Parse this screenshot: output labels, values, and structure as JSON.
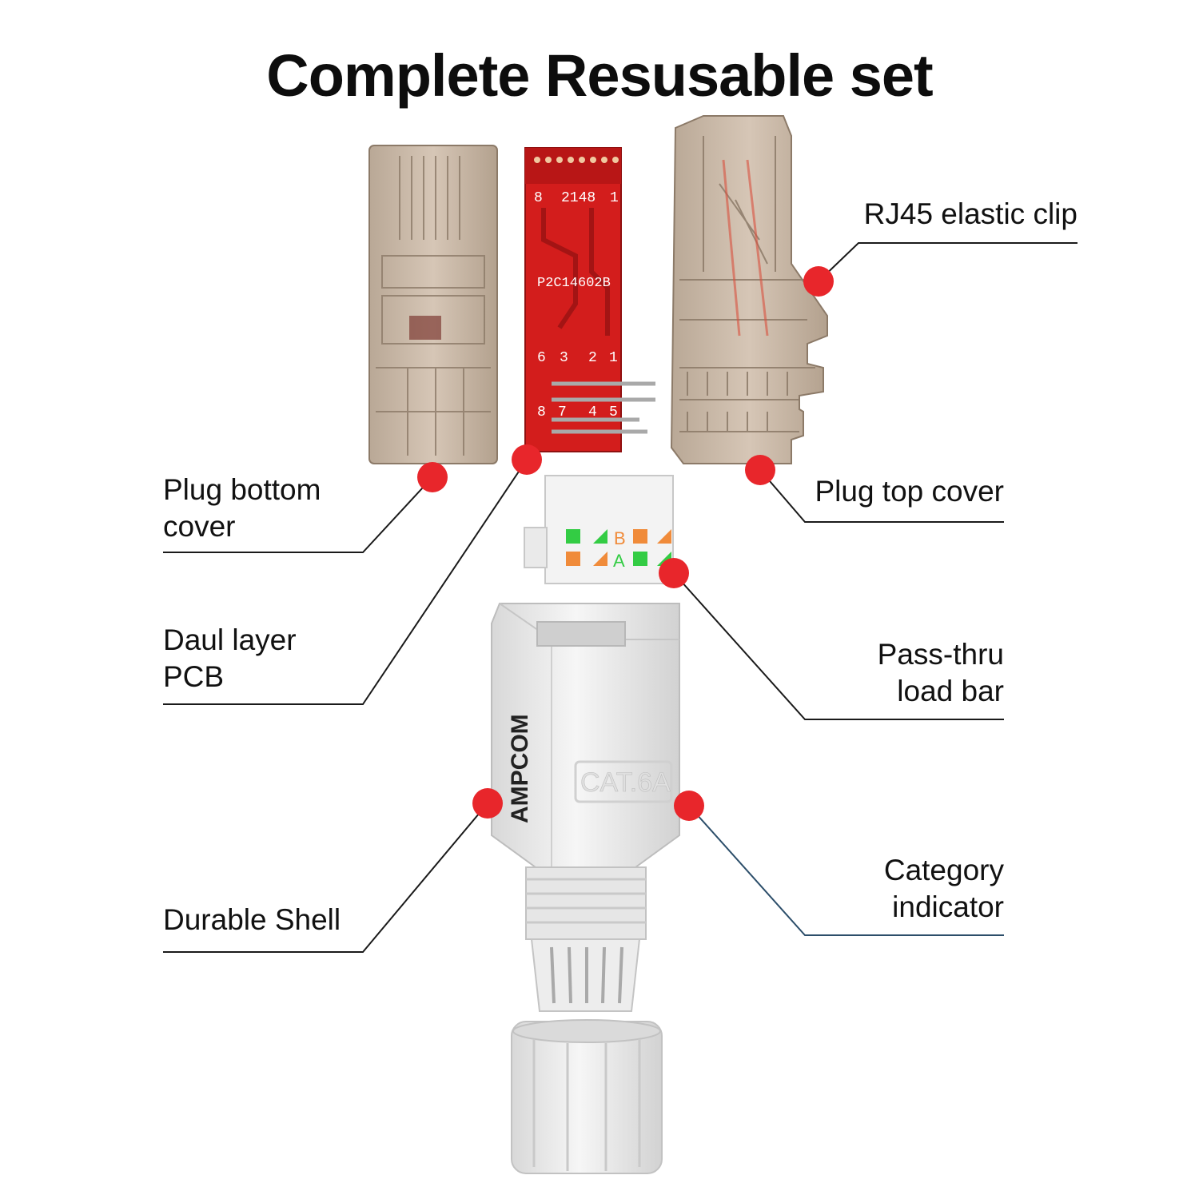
{
  "title": "Complete Resusable set",
  "colors": {
    "accent": "#e8262b",
    "leader": "#1a1a1a",
    "leader_alt": "#2c4e6a",
    "translucent_part": "#c9b7a6",
    "pcb": "#d31d1c",
    "shell": "#eeeeee"
  },
  "callouts": {
    "rj45_clip": {
      "lines": [
        "RJ45 elastic clip"
      ]
    },
    "plug_bottom": {
      "lines": [
        "Plug bottom",
        "cover"
      ]
    },
    "plug_top": {
      "lines": [
        "Plug top cover"
      ]
    },
    "pcb": {
      "lines": [
        "Daul layer",
        "PCB"
      ]
    },
    "load_bar": {
      "lines": [
        "Pass-thru",
        "load bar"
      ]
    },
    "shell": {
      "lines": [
        "Durable Shell"
      ]
    },
    "category": {
      "lines": [
        "Category",
        "indicator"
      ]
    }
  },
  "product": {
    "pcb_code": "P2C14602B",
    "pcb_pins_top": [
      "8",
      "2148",
      "1"
    ],
    "pcb_pins_mid": [
      "6",
      "3",
      "2",
      "1"
    ],
    "pcb_pins_low": [
      "8",
      "7",
      "4",
      "5"
    ],
    "load_bar_letters": [
      "B",
      "A"
    ],
    "brand": "AMPCOM",
    "category_label": "CAT.6A"
  }
}
